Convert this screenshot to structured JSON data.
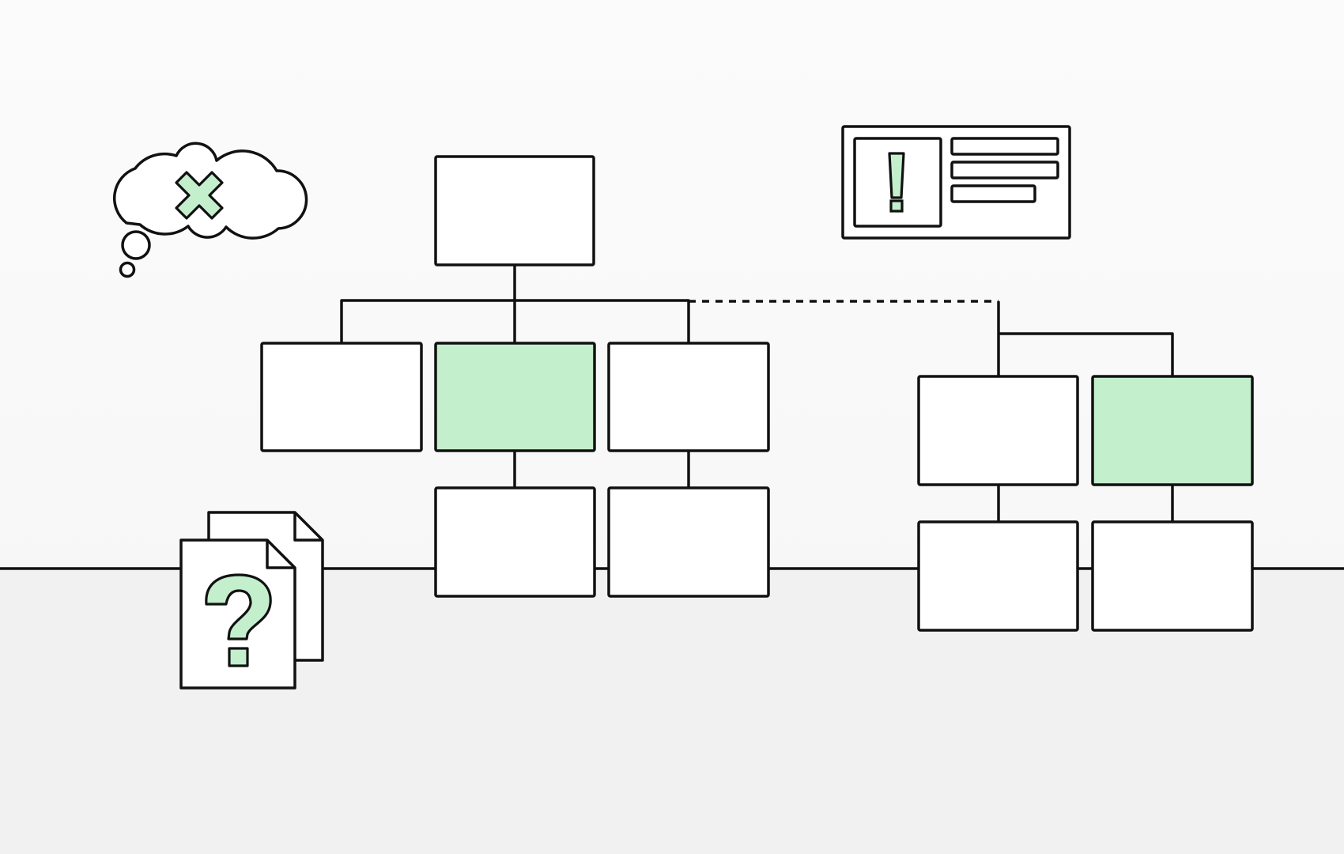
{
  "colors": {
    "stroke": "#111111",
    "box_fill": "#ffffff",
    "highlight_fill": "#c4efcc",
    "floor_fill": "#f1f1f1"
  },
  "org_chart": {
    "main_tree": {
      "root": {
        "highlighted": false
      },
      "level_1": [
        {
          "highlighted": false,
          "children": 0
        },
        {
          "highlighted": true,
          "children": 1
        },
        {
          "highlighted": false,
          "children": 1
        }
      ]
    },
    "side_tree": {
      "link_style": "dashed",
      "level_1": [
        {
          "highlighted": false,
          "children": 1
        },
        {
          "highlighted": true,
          "children": 1
        }
      ]
    }
  },
  "icons": [
    {
      "name": "thought-cloud-icon",
      "symbol": "x-mark"
    },
    {
      "name": "alert-card-icon",
      "symbol": "exclamation"
    },
    {
      "name": "unknown-documents-icon",
      "symbol": "question-mark"
    }
  ]
}
